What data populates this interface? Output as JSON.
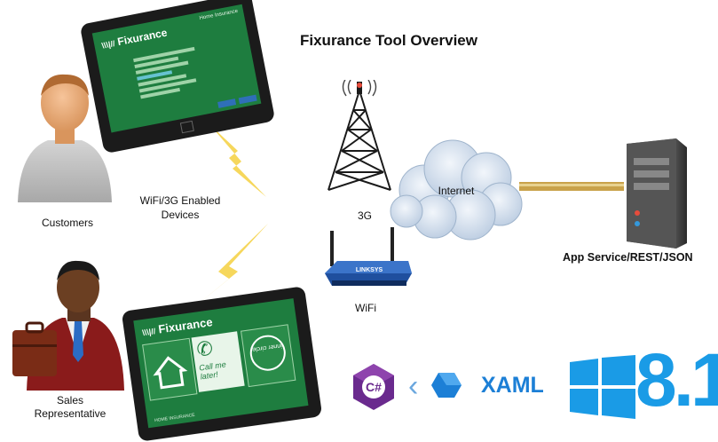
{
  "title": "Fixurance Tool Overview",
  "labels": {
    "customers": "Customers",
    "devices_line1": "WiFi/3G Enabled",
    "devices_line2": "Devices",
    "sales_line1": "Sales",
    "sales_line2": "Representative",
    "internet": "Internet",
    "threeg": "3G",
    "wifi": "WiFi",
    "app_service": "App Service/REST/JSON"
  },
  "tablet_top": {
    "brand": "Fixurance",
    "header_right": "Home Insurance"
  },
  "tablet_bottom": {
    "brand": "Fixurance",
    "tile_call": "Call me later!",
    "tile_inner": "inner circle",
    "footer": "HOME INSURANCE"
  },
  "router_brand": "LINKSYS",
  "tech_logos": {
    "csharp": "C#",
    "xaml": "XAML",
    "windows_version": "8.1"
  },
  "colors": {
    "tablet_green": "#1e7d3f",
    "lightning": "#f1c40f",
    "windows_blue": "#1a9be6",
    "xaml_blue": "#1c7fd6",
    "csharp_purple": "#6a2a8e",
    "cloud": "#c8d8ea"
  }
}
